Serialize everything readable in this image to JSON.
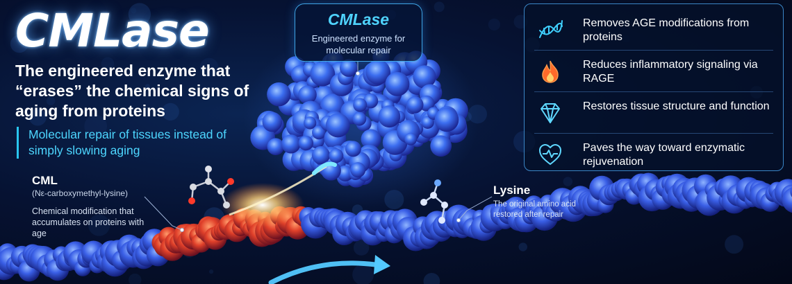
{
  "hero": {
    "title": "CMLase",
    "subtitle": "The engineered enzyme that “erases” the chemical signs of aging from proteins",
    "tagline": "Molecular repair of tissues instead of simply slowing aging"
  },
  "enzyme_callout": {
    "title": "CMLase",
    "description": "Engineered enzyme for molecular repair"
  },
  "benefits": [
    {
      "icon": "dna-icon",
      "text": "Removes AGE modifications from proteins"
    },
    {
      "icon": "flame-icon",
      "text": "Reduces inflammatory signaling via RAGE"
    },
    {
      "icon": "diamond-icon",
      "text": "Restores tissue structure and function"
    },
    {
      "icon": "heart-icon",
      "text": "Paves the way toward enzymatic rejuvenation"
    }
  ],
  "cml_label": {
    "title": "CML",
    "subtitle": "(Nε-carboxymethyl-lysine)",
    "description": "Chemical modification that accumulates on proteins with age"
  },
  "lysine_label": {
    "title": "Lysine",
    "description": "The original amino acid restored after repair"
  },
  "colors": {
    "accent": "#4fd3ff",
    "panel_border": "#3b86c7",
    "damaged_protein": "#e0402a",
    "protein_blue": "#2d5de0"
  }
}
